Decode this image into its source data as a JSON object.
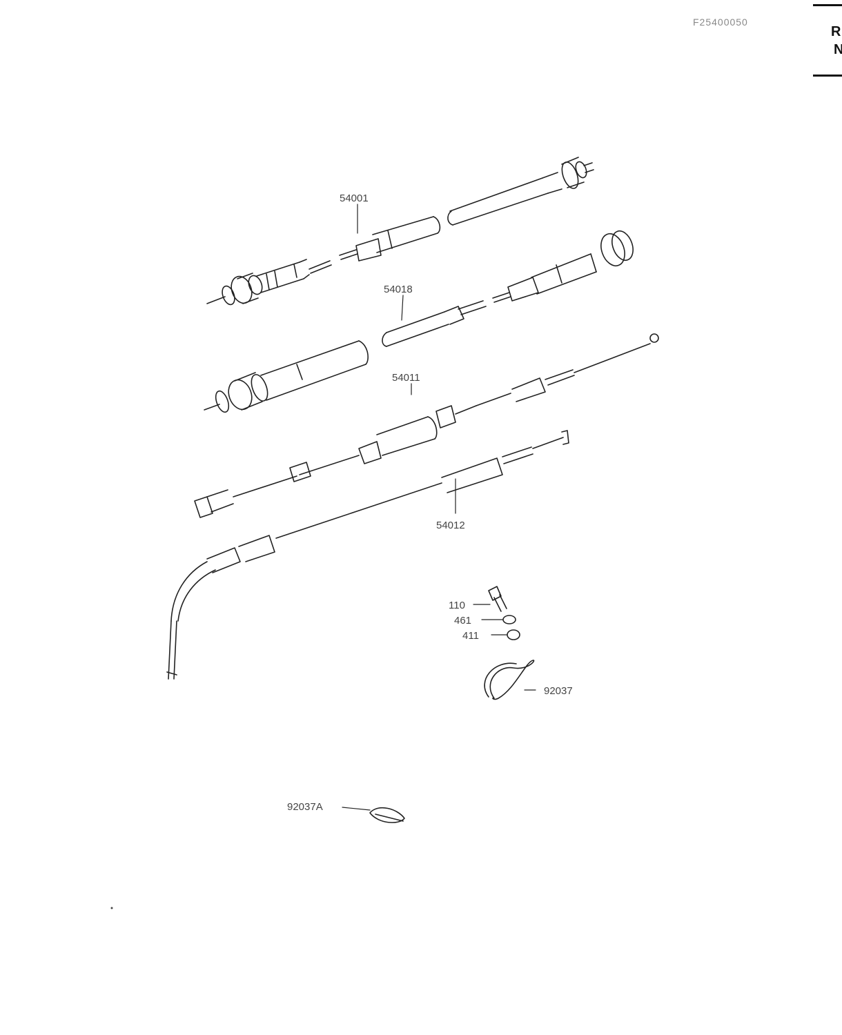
{
  "page": {
    "ref_code": "F25400050",
    "tab_letters": [
      "R",
      "N"
    ]
  },
  "parts": {
    "p54001": "54001",
    "p54018": "54018",
    "p54011": "54011",
    "p54012": "54012",
    "p110": "110",
    "p461": "461",
    "p411": "411",
    "p92037": "92037",
    "p92037A": "92037A"
  }
}
